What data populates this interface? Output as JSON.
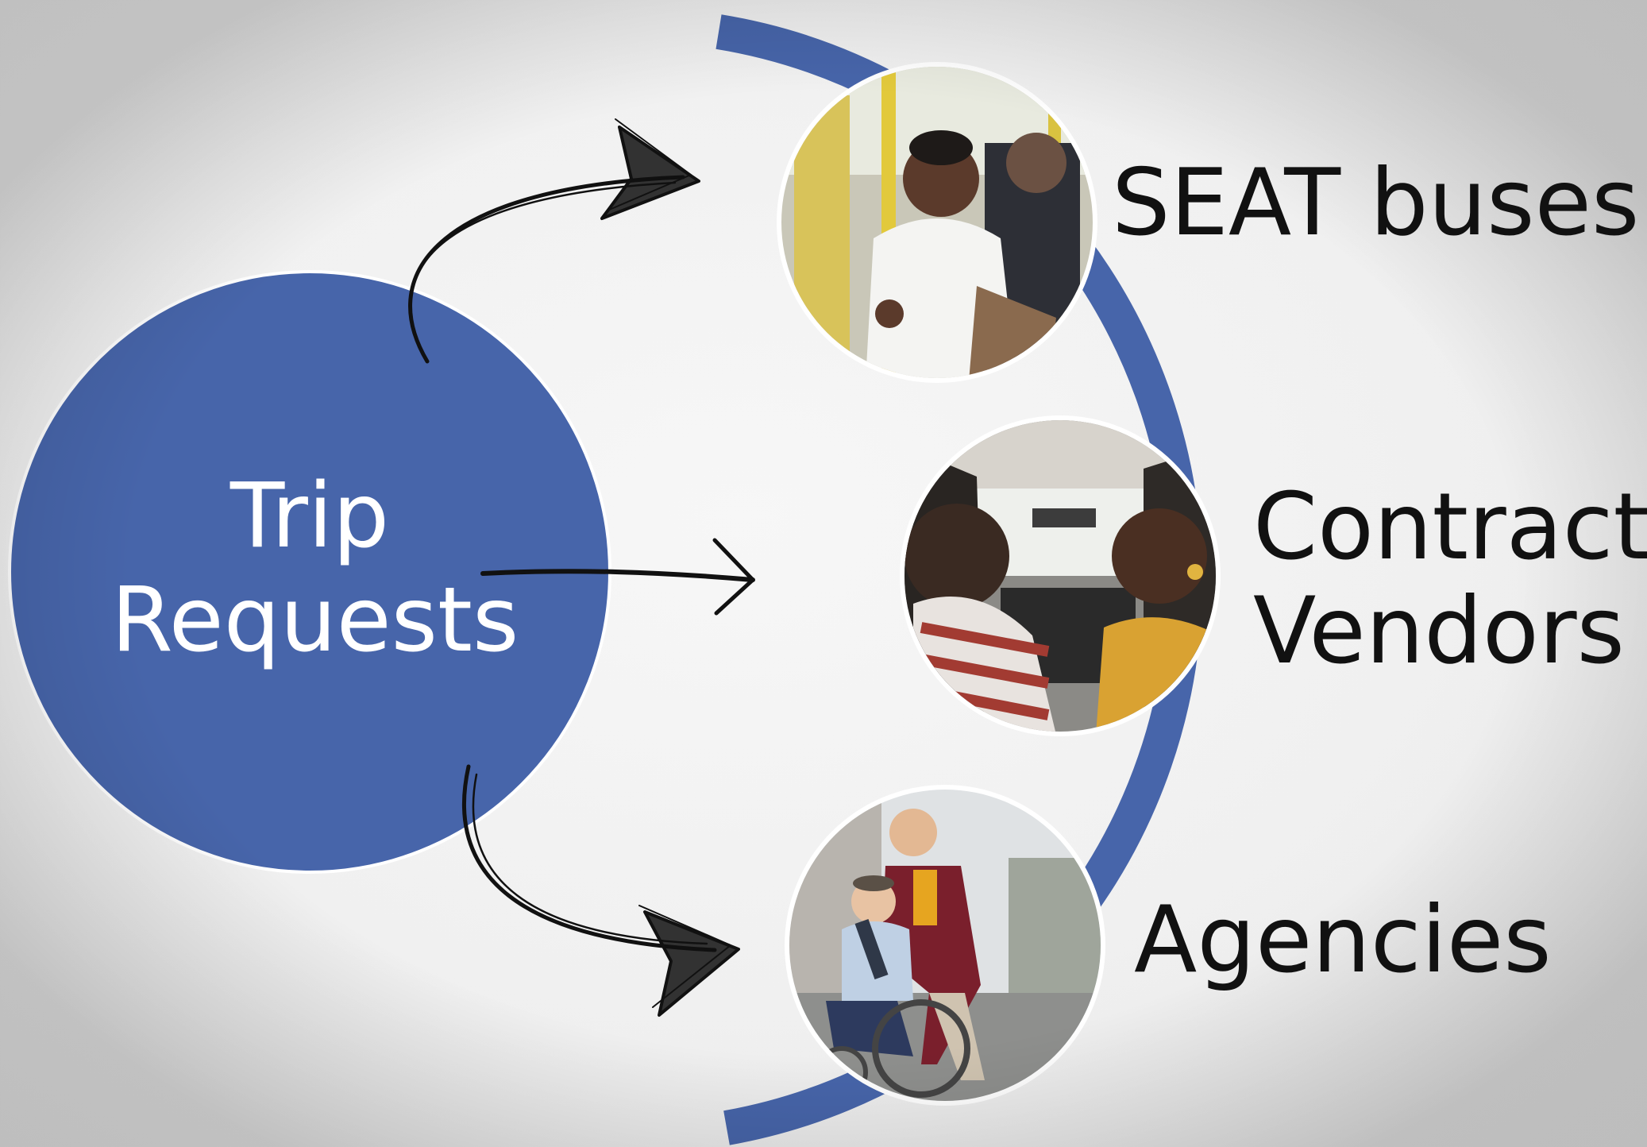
{
  "source": {
    "title_line1": "Trip",
    "title_line2": "Requests"
  },
  "destinations": [
    {
      "label": "SEAT buses",
      "photo": "woman-standing-on-subway-train-photo"
    },
    {
      "label_line1": "Contract",
      "label_line2": "Vendors",
      "photo": "two-people-in-car-photo"
    },
    {
      "label": "Agencies",
      "photo": "elderly-man-in-wheelchair-with-young-man-photo"
    }
  ],
  "colors": {
    "accent_blue": "#4765aa",
    "arrow": "#111111",
    "label_text": "#111111",
    "source_text": "#ffffff",
    "background": "#f0f0f0"
  }
}
